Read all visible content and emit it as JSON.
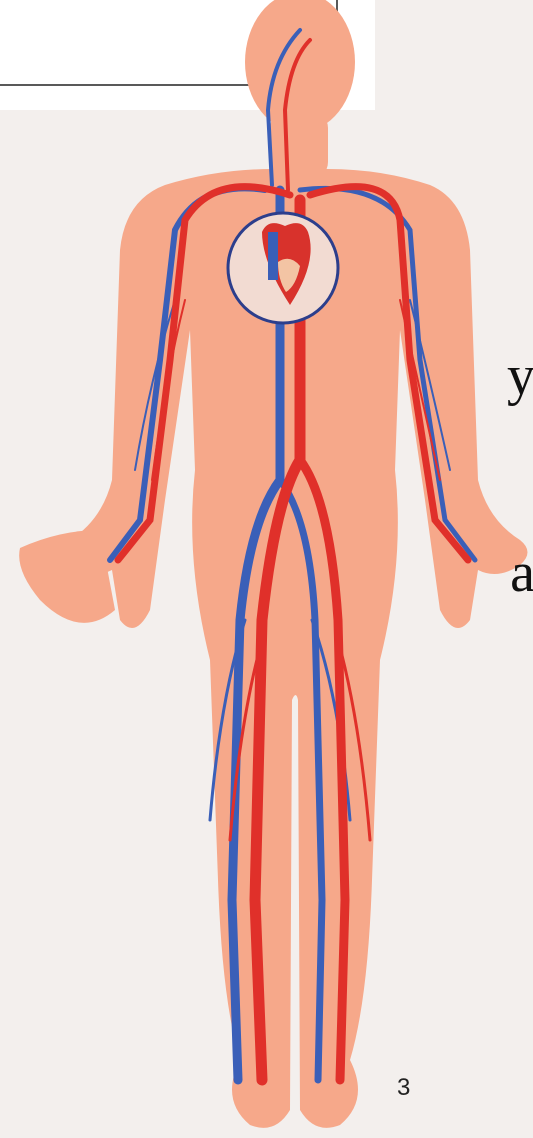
{
  "slide": {
    "text_fragments": [
      "y",
      "a"
    ],
    "page_number": "3"
  },
  "colors": {
    "background": "#f3efed",
    "skin": "#f6a88a",
    "artery": "#e0302a",
    "vein": "#3a5fb8",
    "heart_circle": "#f2dbd2"
  }
}
